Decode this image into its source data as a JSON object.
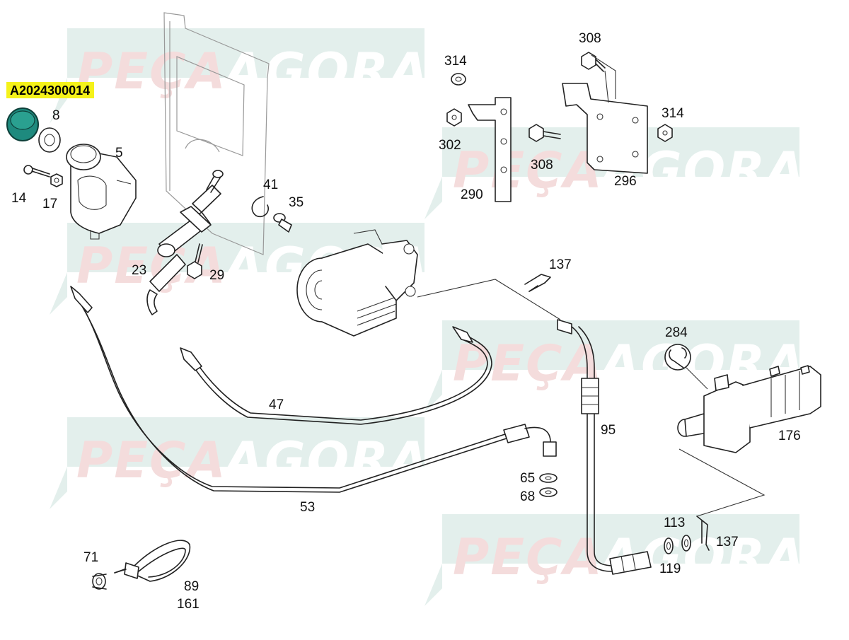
{
  "highlight": {
    "part_number": "A2024300014",
    "color": "#f5f21a",
    "part_color": "#1e8a7e"
  },
  "watermark": {
    "brand_left": "PEÇA",
    "brand_right": "AGORA"
  },
  "callouts": [
    {
      "id": "c8",
      "text": "8"
    },
    {
      "id": "c5",
      "text": "5"
    },
    {
      "id": "c14",
      "text": "14"
    },
    {
      "id": "c17",
      "text": "17"
    },
    {
      "id": "c41",
      "text": "41"
    },
    {
      "id": "c35",
      "text": "35"
    },
    {
      "id": "c23",
      "text": "23"
    },
    {
      "id": "c29",
      "text": "29"
    },
    {
      "id": "c314a",
      "text": "314"
    },
    {
      "id": "c308a",
      "text": "308"
    },
    {
      "id": "c302",
      "text": "302"
    },
    {
      "id": "c308b",
      "text": "308"
    },
    {
      "id": "c314b",
      "text": "314"
    },
    {
      "id": "c290",
      "text": "290"
    },
    {
      "id": "c296",
      "text": "296"
    },
    {
      "id": "c137a",
      "text": "137"
    },
    {
      "id": "c284",
      "text": "284"
    },
    {
      "id": "c47",
      "text": "47"
    },
    {
      "id": "c95",
      "text": "95"
    },
    {
      "id": "c176",
      "text": "176"
    },
    {
      "id": "c65",
      "text": "65"
    },
    {
      "id": "c68",
      "text": "68"
    },
    {
      "id": "c53",
      "text": "53"
    },
    {
      "id": "c113",
      "text": "113"
    },
    {
      "id": "c137b",
      "text": "137"
    },
    {
      "id": "c119",
      "text": "119"
    },
    {
      "id": "c71",
      "text": "71"
    },
    {
      "id": "c89",
      "text": "89"
    },
    {
      "id": "c161",
      "text": "161"
    }
  ]
}
